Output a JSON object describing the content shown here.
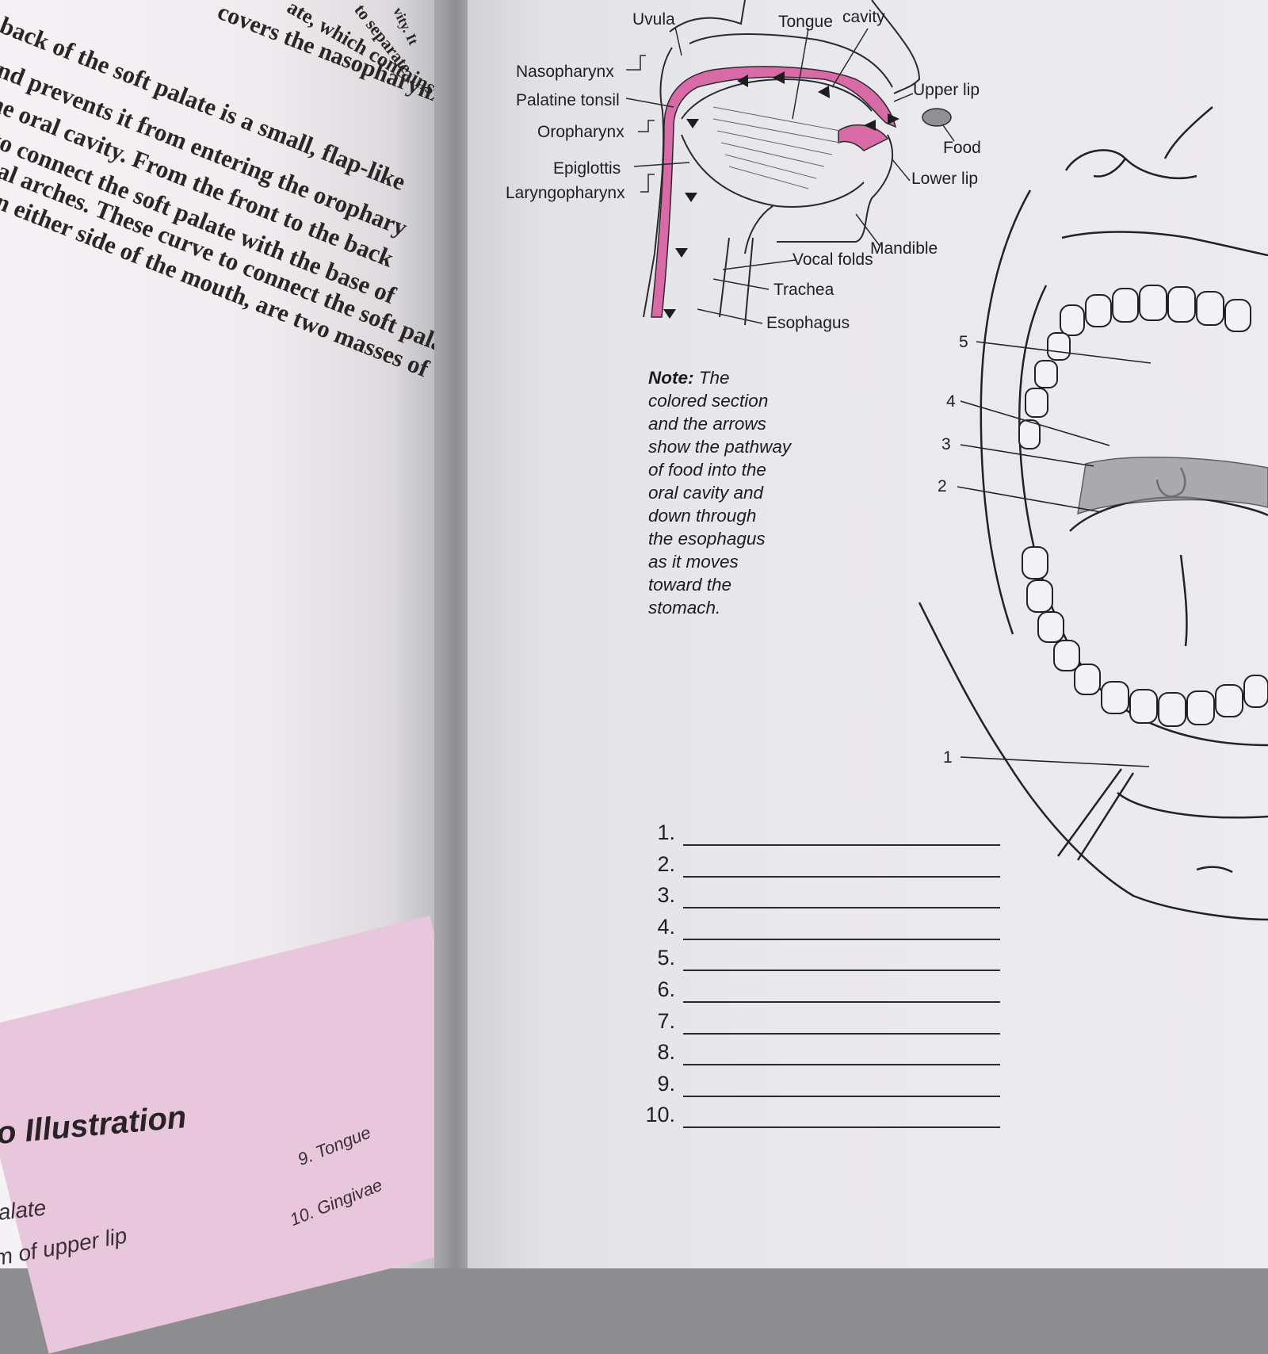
{
  "left_page": {
    "rotated_lines": [
      "covers the nasopharynx dur",
      "back of the soft palate is a small, flap-like",
      "and prevents it from entering the orophary",
      "the oral cavity. From the front to the back",
      "to connect the soft palate with the base of",
      "eal arches. These curve to connect the soft pala",
      "on either side of the mouth, are two masses of"
    ],
    "edge_fragments": [
      "ate, which contains",
      "to separate",
      "vity. It"
    ],
    "section_heading": "o Illustration",
    "answer_key": [
      "9. Tongue",
      "10. Gingivae",
      "alate",
      "m of upper lip"
    ]
  },
  "diagram": {
    "labels": {
      "uvula": "Uvula",
      "tongue": "Tongue",
      "cavity": "cavity",
      "nasopharynx": "Nasopharynx",
      "palatine_tonsil": "Palatine tonsil",
      "oropharynx": "Oropharynx",
      "epiglottis": "Epiglottis",
      "laryngopharynx": "Laryngopharynx",
      "upper_lip": "Upper lip",
      "food": "Food",
      "lower_lip": "Lower lip",
      "mandible": "Mandible",
      "vocal_folds": "Vocal folds",
      "trachea": "Trachea",
      "esophagus": "Esophagus"
    },
    "pathway_color": "#d86aa6"
  },
  "note": {
    "bold": "Note:",
    "lines": [
      "The",
      "colored section",
      "and the arrows",
      "show the pathway",
      "of food into the",
      "oral cavity and",
      "down through",
      "the esophagus",
      "as it moves",
      "toward the",
      "stomach."
    ]
  },
  "mouth": {
    "callouts": [
      "5",
      "4",
      "3",
      "2",
      "1"
    ]
  },
  "answers": [
    "1.",
    "2.",
    "3.",
    "4.",
    "5.",
    "6.",
    "7.",
    "8.",
    "9.",
    "10."
  ]
}
